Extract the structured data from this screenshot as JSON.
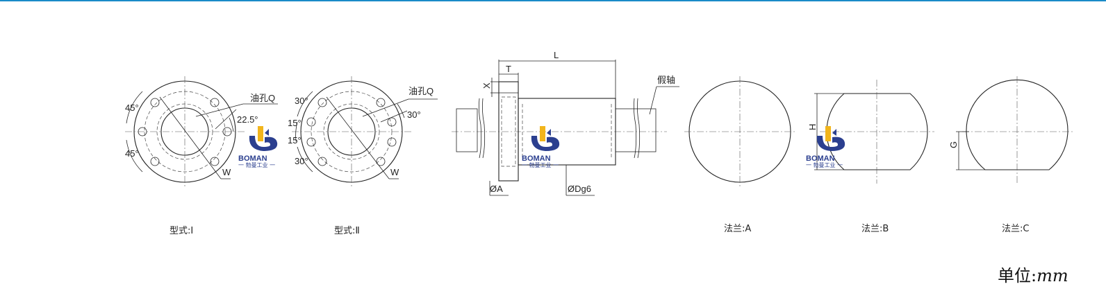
{
  "labels": {
    "oil_hole_1": "油孔Q",
    "oil_hole_2": "油孔Q",
    "angle_45_top": "45°",
    "angle_45_bottom": "45°",
    "angle_22_5": "22.5°",
    "w_1": "W",
    "angle_30_top": "30°",
    "angle_15_a": "15°",
    "angle_15_b": "15°",
    "angle_30_bottom": "30°",
    "angle_30_right": "30°",
    "w_2": "W",
    "dim_L": "L",
    "dim_T": "T",
    "dim_X": "X",
    "dim_phiA": "ØA",
    "dim_phiDg6": "ØDg6",
    "dummy_shaft": "假轴",
    "dim_H": "H",
    "dim_G": "G"
  },
  "captions": {
    "type_1": "型式:Ⅰ",
    "type_2": "型式:Ⅱ",
    "flange_a": "法兰:A",
    "flange_b": "法兰:B",
    "flange_c": "法兰:C"
  },
  "unit": {
    "prefix": "单位:",
    "value": "mm"
  },
  "logo": {
    "name": "BOMAN",
    "sub": "一 勃曼工业 一"
  },
  "colors": {
    "top_bar": "#1a8bc8",
    "logo_blue": "#2b3f8f",
    "logo_yellow": "#f2b51c"
  }
}
